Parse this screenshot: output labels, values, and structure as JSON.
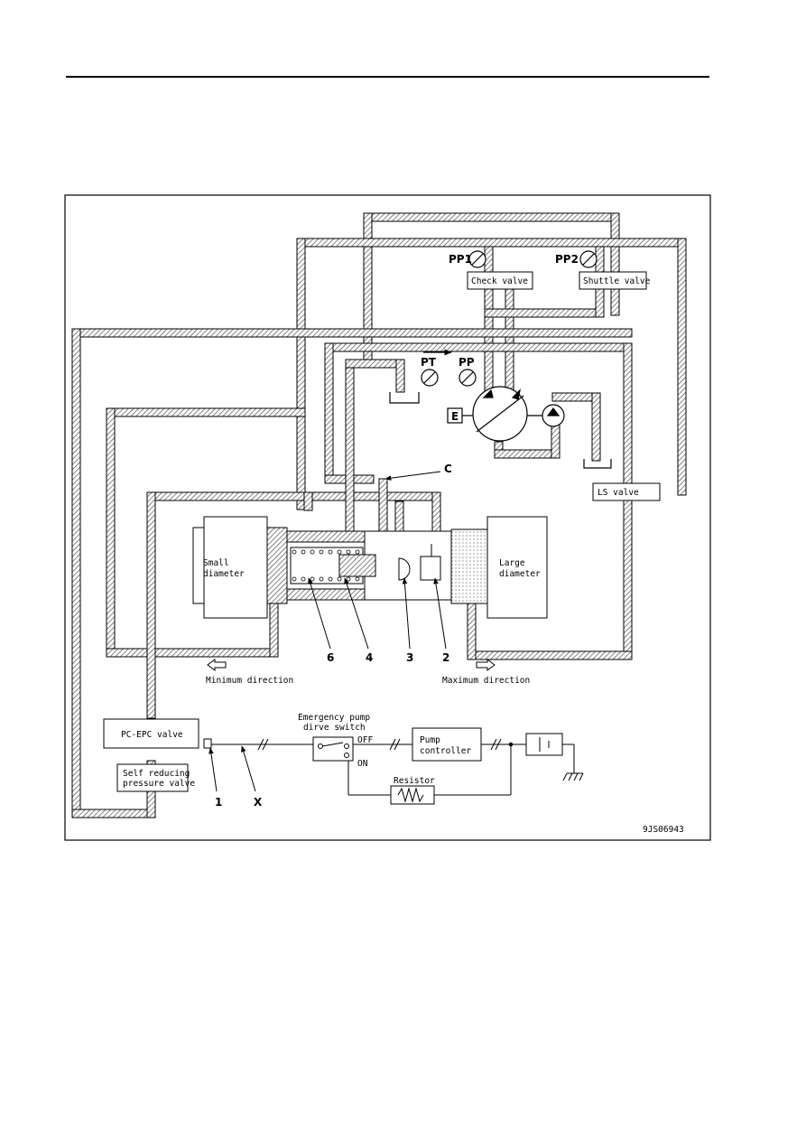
{
  "figure_code": "9JS06943",
  "gauges": {
    "pp1": "PP1",
    "pp2": "PP2",
    "pt": "PT",
    "pp": "PP"
  },
  "valves": {
    "check": "Check valve",
    "shuttle": "Shuttle valve",
    "ls": "LS valve",
    "pc_epc": "PC-EPC valve",
    "self_reducing_1": "Self reducing",
    "self_reducing_2": "pressure valve"
  },
  "engine": "E",
  "servo": {
    "small_1": "Small",
    "small_2": "diameter",
    "large_1": "Large",
    "large_2": "diameter",
    "min_direction": "Minimum direction",
    "max_direction": "Maximum direction"
  },
  "callouts": {
    "c": "C",
    "p6": "6",
    "p4": "4",
    "p3": "3",
    "p2": "2",
    "p1": "1",
    "x": "X"
  },
  "circuit": {
    "switch_1": "Emergency pump",
    "switch_2": "dirve switch",
    "off": "OFF",
    "on": "ON",
    "controller_1": "Pump",
    "controller_2": "controller",
    "resistor": "Resistor"
  },
  "colors": {
    "line": "#000000",
    "hatch": "#444444",
    "background": "#ffffff"
  }
}
